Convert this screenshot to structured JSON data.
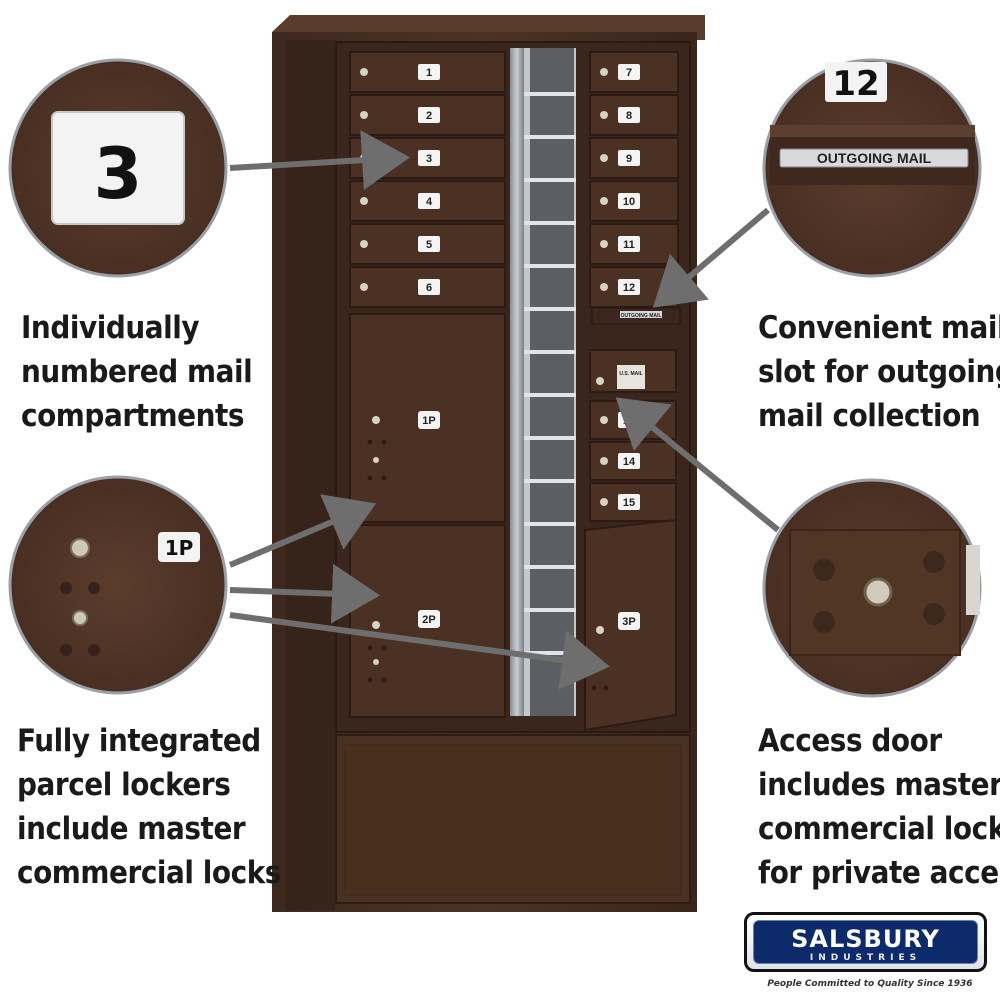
{
  "compartments_left": [
    "1",
    "2",
    "3",
    "4",
    "5",
    "6"
  ],
  "compartments_right": [
    "7",
    "8",
    "9",
    "10",
    "11",
    "12"
  ],
  "compartments_lower_right": [
    "13",
    "14",
    "15"
  ],
  "parcel_lockers": [
    "1P",
    "2P",
    "3P"
  ],
  "outgoing_slot_label": "OUTGOING MAIL",
  "usmail_plate": "U.S. MAIL",
  "callouts": {
    "numbered": {
      "badge": "3"
    },
    "outgoing": {
      "badge": "12",
      "label": "OUTGOING MAIL"
    },
    "parcel": {
      "badge": "1P"
    }
  },
  "captions": {
    "top_left": [
      "Individually",
      "numbered mail",
      "compartments"
    ],
    "top_right": [
      "Convenient mail",
      "slot for outgoing",
      "mail collection"
    ],
    "bottom_left": [
      "Fully integrated",
      "parcel lockers",
      "include master",
      "commercial locks"
    ],
    "bottom_right": [
      "Access door",
      "includes master",
      "commercial lock",
      "for private access"
    ]
  },
  "brand": {
    "name": "SALSBURY",
    "sub": "INDUSTRIES",
    "tagline": "People Committed to Quality Since 1936"
  },
  "colors": {
    "bronze": "#4a3023",
    "bronze_dark": "#35211a",
    "bronze_light": "#5a3c2d",
    "arrow": "#6e6e6e"
  }
}
